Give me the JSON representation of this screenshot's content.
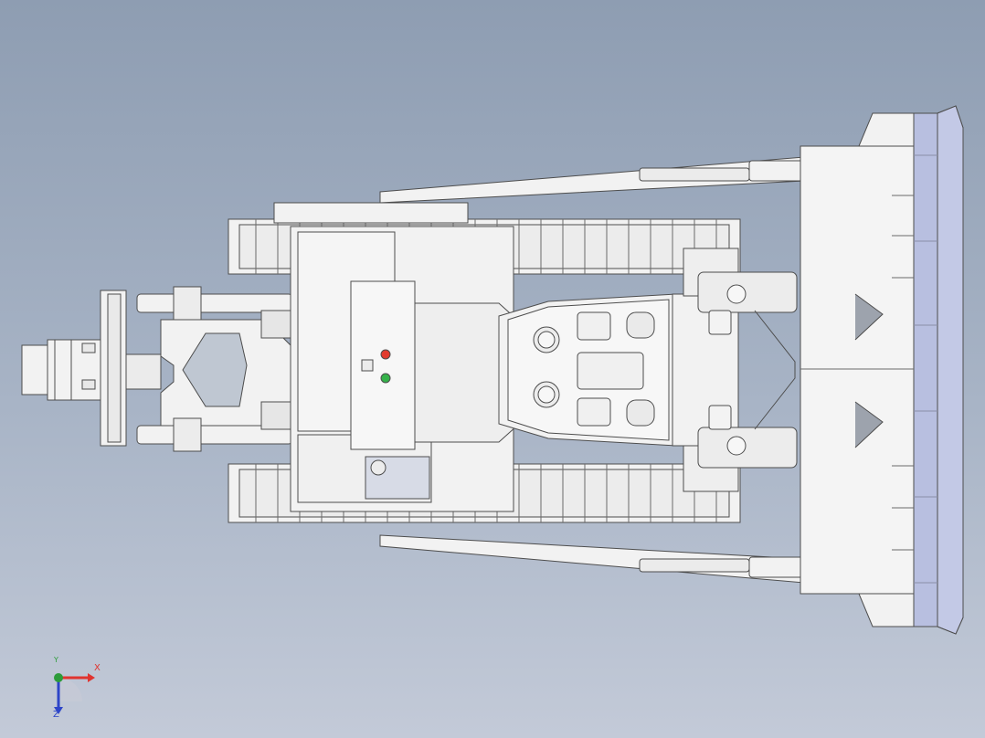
{
  "viewport": {
    "background_top": "#8e9db2",
    "background_bottom": "#c3cad8",
    "model_fill": "#f2f2f2",
    "model_stroke": "#4d4d4d",
    "accent_blade": "#b8bfe0",
    "indicator_red": "#e23b2e",
    "indicator_green": "#35b24a"
  },
  "triad": {
    "x_label": "X",
    "y_label": "Y",
    "z_label": "Z",
    "x_color": "#e0342f",
    "y_color": "#2c9c3a",
    "z_color": "#2d45c8"
  }
}
